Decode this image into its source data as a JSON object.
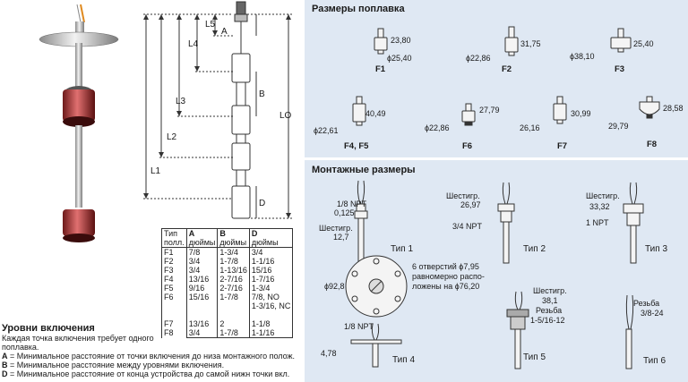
{
  "dims": {
    "L5": "L5",
    "A": "A",
    "L4": "L4",
    "B": "B",
    "L3": "L3",
    "L2": "L2",
    "L1": "L1",
    "LO": "LO",
    "D": "D"
  },
  "table": {
    "headers": [
      "Тип\nполл.",
      "A\nдюймы",
      "B\nдюймы",
      "D\nдюймы"
    ],
    "h": [
      [
        "Тип",
        "полл."
      ],
      [
        "A",
        "дюймы"
      ],
      [
        "B",
        "дюймы"
      ],
      [
        "D",
        "дюймы"
      ]
    ],
    "rows": [
      [
        "F1",
        "7/8",
        "1-3/4",
        "3/4"
      ],
      [
        "F2",
        "3/4",
        "1-7/8",
        "1-1/16"
      ],
      [
        "F3",
        "3/4",
        "1-13/16",
        "15/16"
      ],
      [
        "F4",
        "13/16",
        "2-7/16",
        "1-7/16"
      ],
      [
        "F5",
        "9/16",
        "2-7/16",
        "1-3/4"
      ],
      [
        "F6",
        "15/16",
        "1-7/8",
        "7/8, NO"
      ],
      [
        "",
        "",
        "",
        "1-3/16, NC"
      ],
      [
        "F7",
        "13/16",
        "2",
        "1-1/8"
      ],
      [
        "F8",
        "3/4",
        "1-7/8",
        "1-1/16"
      ]
    ]
  },
  "legend": {
    "title": "Уровни включения",
    "note1": "Каждая точка включения требует одного",
    "note2": "поплавка.",
    "a_key": "A",
    "a_text": " = Минимальное расстояние от точки включения до низа монтажного полож.",
    "b_key": "B",
    "b_text": " = Минимальное расстояние между уровнями включения.",
    "d_key": "D",
    "d_text": " = Минимальное расстояние от конца устройства до самой нижн точки вкл."
  },
  "floats": {
    "title": "Размеры поплавка",
    "items": [
      {
        "name": "F1",
        "h": "23,80",
        "d": "ϕ25,40"
      },
      {
        "name": "F2",
        "h": "31,75",
        "d": "ϕ22,86"
      },
      {
        "name": "F3",
        "h": "25,40",
        "d": "ϕ38,10"
      },
      {
        "name": "F4, F5",
        "h": "40,49",
        "d": "ϕ22,61"
      },
      {
        "name": "F6",
        "h": "27,79",
        "d": "ϕ22,86"
      },
      {
        "name": "F7",
        "h": "30,99",
        "d": "26,16"
      },
      {
        "name": "F8",
        "h": "28,58",
        "d": "29,79"
      }
    ]
  },
  "mount": {
    "title": "Монтажные размеры",
    "t1": {
      "label": "Тип 1",
      "npt": "1/8 NPT",
      "v": "0,125",
      "hex": "Шестигр.",
      "hexv": "12,7"
    },
    "t2": {
      "label": "Тип 2",
      "hex": "Шестигр.",
      "hexv": "26,97",
      "npt": "3/4 NPT"
    },
    "t3": {
      "label": "Тип 3",
      "hex": "Шестигр.",
      "hexv": "33,32",
      "npt": "1 NPT"
    },
    "t4": {
      "label": "Тип 4",
      "npt": "1/8 NPT",
      "d": "4,78",
      "flange_d": "ϕ92,8",
      "holes1": "6 отверстий ϕ7,95",
      "holes2": "равномерно распо-",
      "holes3": "ложены на ϕ76,20"
    },
    "t5": {
      "label": "Тип 5",
      "hex": "Шестигр.",
      "hexv": "38,1",
      "thread": "Резьба",
      "threadv": "1-5/16-12"
    },
    "t6": {
      "label": "Тип 6",
      "thread": "Резьба",
      "threadv": "3/8-24"
    }
  }
}
